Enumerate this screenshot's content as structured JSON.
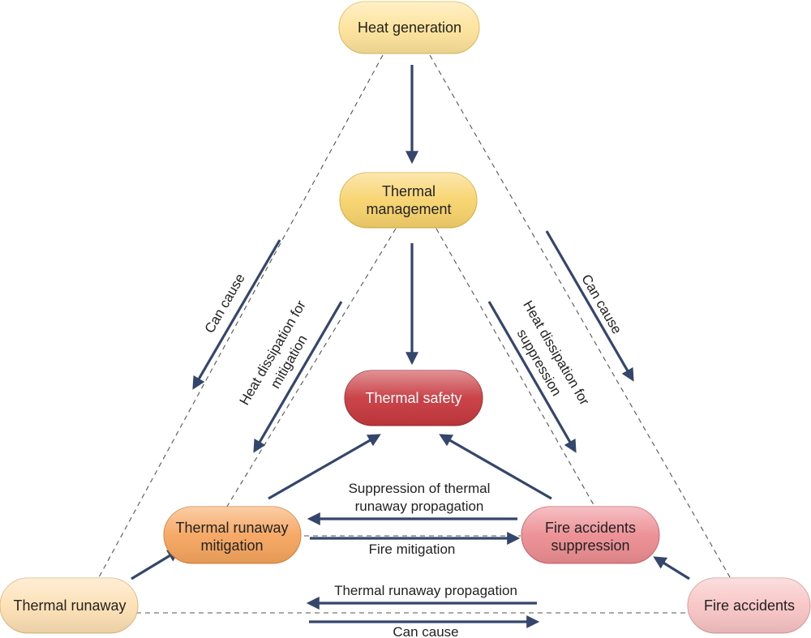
{
  "nodes": {
    "heat_generation": {
      "line1": "Heat generation",
      "line2": "",
      "color": "#fde39a"
    },
    "thermal_management": {
      "line1": "Thermal",
      "line2": "management",
      "color": "#f8d36c"
    },
    "thermal_safety": {
      "line1": "Thermal safety",
      "line2": "",
      "color": "#c7393f"
    },
    "thermal_runaway_mitigation": {
      "line1": "Thermal runaway",
      "line2": "mitigation",
      "color": "#f6a55e"
    },
    "fire_accidents_suppression": {
      "line1": "Fire accidents",
      "line2": "suppression",
      "color": "#ec8d92"
    },
    "thermal_runaway": {
      "line1": "Thermal runaway",
      "line2": "",
      "color": "#fde0b4"
    },
    "fire_accidents": {
      "line1": "Fire accidents",
      "line2": "",
      "color": "#f8c4c4"
    }
  },
  "edges": {
    "can_cause_left": "Can cause",
    "can_cause_right": "Can cause",
    "heat_dissipation_mitigation": {
      "line1": "Heat dissipation for",
      "line2": "mitigation"
    },
    "heat_dissipation_suppression": {
      "line1": "Heat dissipation for",
      "line2": "suppression"
    },
    "suppression_propagation": {
      "line1": "Suppression of thermal",
      "line2": "runaway propagation"
    },
    "fire_mitigation": "Fire mitigation",
    "thermal_runaway_propagation": "Thermal runaway propagation",
    "can_cause_bottom": "Can cause"
  },
  "colors": {
    "arrow": "#34466b",
    "dashed_line": "#555555"
  }
}
